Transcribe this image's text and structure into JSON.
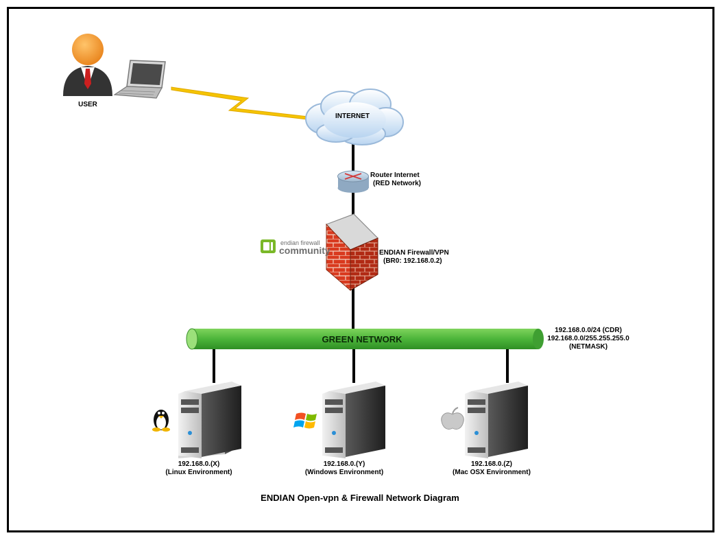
{
  "user": {
    "label": "USER"
  },
  "internet": {
    "label": "INTERNET"
  },
  "router": {
    "line1": "Router Internet",
    "line2": "(RED Network)"
  },
  "firewall": {
    "line1": "ENDIAN Firewall/VPN",
    "line2": "(BR0: 192.168.0.2)"
  },
  "logo": {
    "mark": "O|",
    "top": "endian firewall",
    "bottom": "community",
    "color": "#7ab828"
  },
  "network": {
    "label": "GREEN NETWORK",
    "color": "#4cb53a",
    "cidr": "192.168.0.0/24 (CDR)",
    "netmask_line": "192.168.0.0/255.255.255.0",
    "netmask_tag": "(NETMASK)"
  },
  "servers": [
    {
      "ip": "192.168.0.(X)",
      "env": "(Linux Environment)",
      "os_icon": "linux-tux-icon"
    },
    {
      "ip": "192.168.0.(Y)",
      "env": "(Windows Environment)",
      "os_icon": "windows-flag-icon"
    },
    {
      "ip": "192.168.0.(Z)",
      "env": "(Mac OSX Environment)",
      "os_icon": "apple-icon"
    }
  ],
  "caption": "ENDIAN Open-vpn & Firewall Network Diagram",
  "colors": {
    "wire": "#000000",
    "lightning": "#f5c400",
    "brick": "#d93a1f",
    "cloud": "#cfe2f6"
  }
}
